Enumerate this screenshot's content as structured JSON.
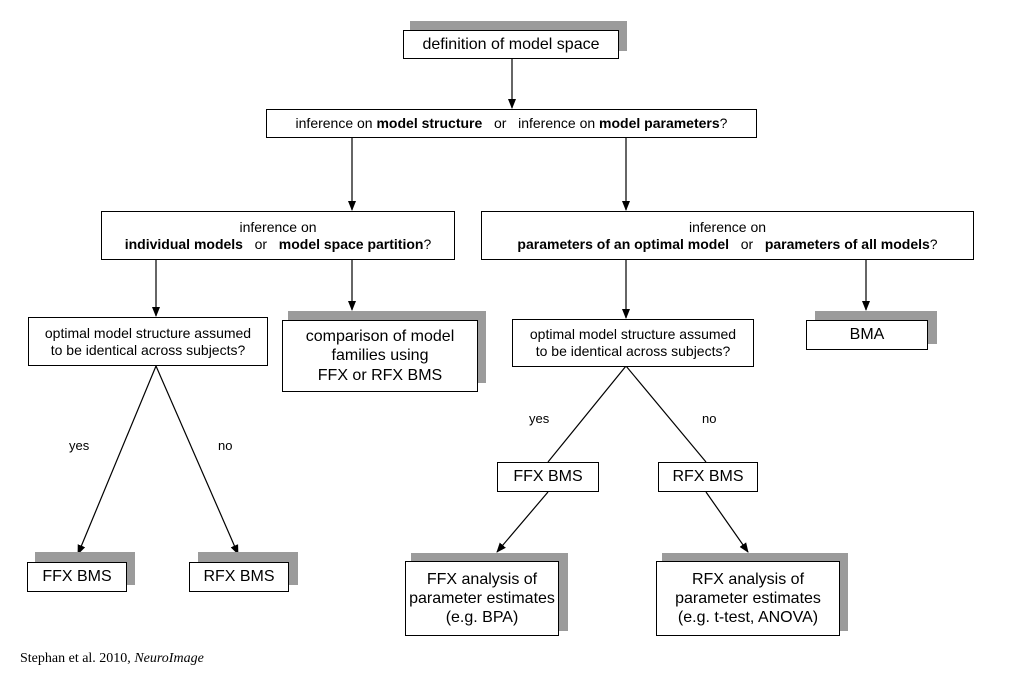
{
  "nodes": {
    "model_space": "definition of model space",
    "inference_q": {
      "pre1": "inference on ",
      "bold1": "model structure",
      "mid": "or",
      "pre2": "inference on ",
      "bold2": "model parameters",
      "post": "?"
    },
    "left_q": {
      "line1": "inference on",
      "bold1": "individual models",
      "mid": "or",
      "bold2": "model space partition",
      "post": "?"
    },
    "right_q": {
      "line1": "inference on",
      "bold1": "parameters of an optimal model",
      "mid": "or",
      "bold2": "parameters of all models",
      "post": "?"
    },
    "left_identical": {
      "line1": "optimal model structure assumed",
      "line2": "to be identical across subjects?"
    },
    "comparison": {
      "line1": "comparison of model",
      "line2": "families using",
      "line3": "FFX or RFX BMS"
    },
    "right_identical": {
      "line1": "optimal model structure assumed",
      "line2": "to be identical across subjects?"
    },
    "bma": "BMA",
    "ffx_bms_right": "FFX BMS",
    "rfx_bms_right": "RFX BMS",
    "ffx_bms_left": "FFX BMS",
    "rfx_bms_left": "RFX BMS",
    "ffx_analysis": {
      "line1": "FFX analysis of",
      "line2": "parameter estimates",
      "line3": "(e.g. BPA)"
    },
    "rfx_analysis": {
      "line1": "RFX analysis of",
      "line2": "parameter estimates",
      "line3": "(e.g. t-test, ANOVA)"
    }
  },
  "edge_labels": {
    "left_yes": "yes",
    "left_no": "no",
    "right_yes": "yes",
    "right_no": "no"
  },
  "citation": {
    "authors": "Stephan et al. 2010, ",
    "journal": "NeuroImage"
  },
  "colors": {
    "shadow": "#9b9b9b",
    "line": "#000000"
  }
}
